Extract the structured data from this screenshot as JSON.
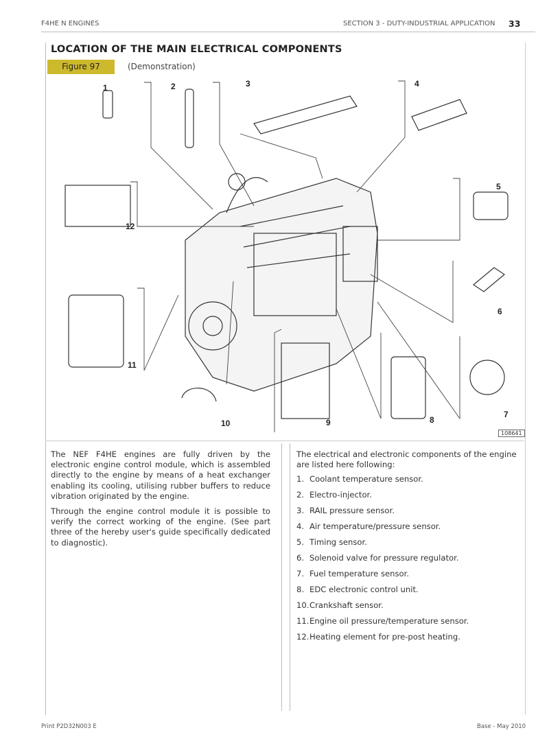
{
  "header": {
    "left": "F4HE N ENGINES",
    "section": "SECTION 3 - DUTY-INDUSTRIAL APPLICATION",
    "page_number": "33"
  },
  "title": "LOCATION OF THE MAIN ELECTRICAL COMPONENTS",
  "figure": {
    "label": "Figure 97",
    "caption": "(Demonstration)",
    "ref": "108641",
    "callouts": [
      "1",
      "2",
      "3",
      "4",
      "5",
      "6",
      "7",
      "8",
      "9",
      "10",
      "11",
      "12"
    ]
  },
  "left_text": {
    "p1": "The NEF F4HE engines are fully driven by the electronic engine control module, which is assembled directly to the engine by means of a heat exchanger enabling its cooling, utilising rubber buffers to reduce vibration originated by the engine.",
    "p2": "Through the engine control module it is possible to verify the correct working of the engine. (See part three of the hereby user's guide specifically dedicated to diagnostic)."
  },
  "right_text": {
    "intro": "The electrical and electronic components of the engine are listed here following:",
    "items": [
      {
        "n": "1.",
        "t": "Coolant temperature sensor."
      },
      {
        "n": "2.",
        "t": "Electro-injector."
      },
      {
        "n": "3.",
        "t": "RAIL pressure sensor."
      },
      {
        "n": "4.",
        "t": "Air temperature/pressure sensor."
      },
      {
        "n": "5.",
        "t": "Timing sensor."
      },
      {
        "n": "6.",
        "t": "Solenoid valve for pressure regulator."
      },
      {
        "n": "7.",
        "t": "Fuel temperature sensor."
      },
      {
        "n": "8.",
        "t": "EDC electronic control unit."
      },
      {
        "n": "10.",
        "t": "Crankshaft sensor."
      },
      {
        "n": "11.",
        "t": "Engine oil pressure/temperature sensor."
      },
      {
        "n": "12.",
        "t": "Heating element for pre-post heating."
      }
    ]
  },
  "footer": {
    "left": "Print P2D32N003 E",
    "right": "Base - May 2010"
  }
}
